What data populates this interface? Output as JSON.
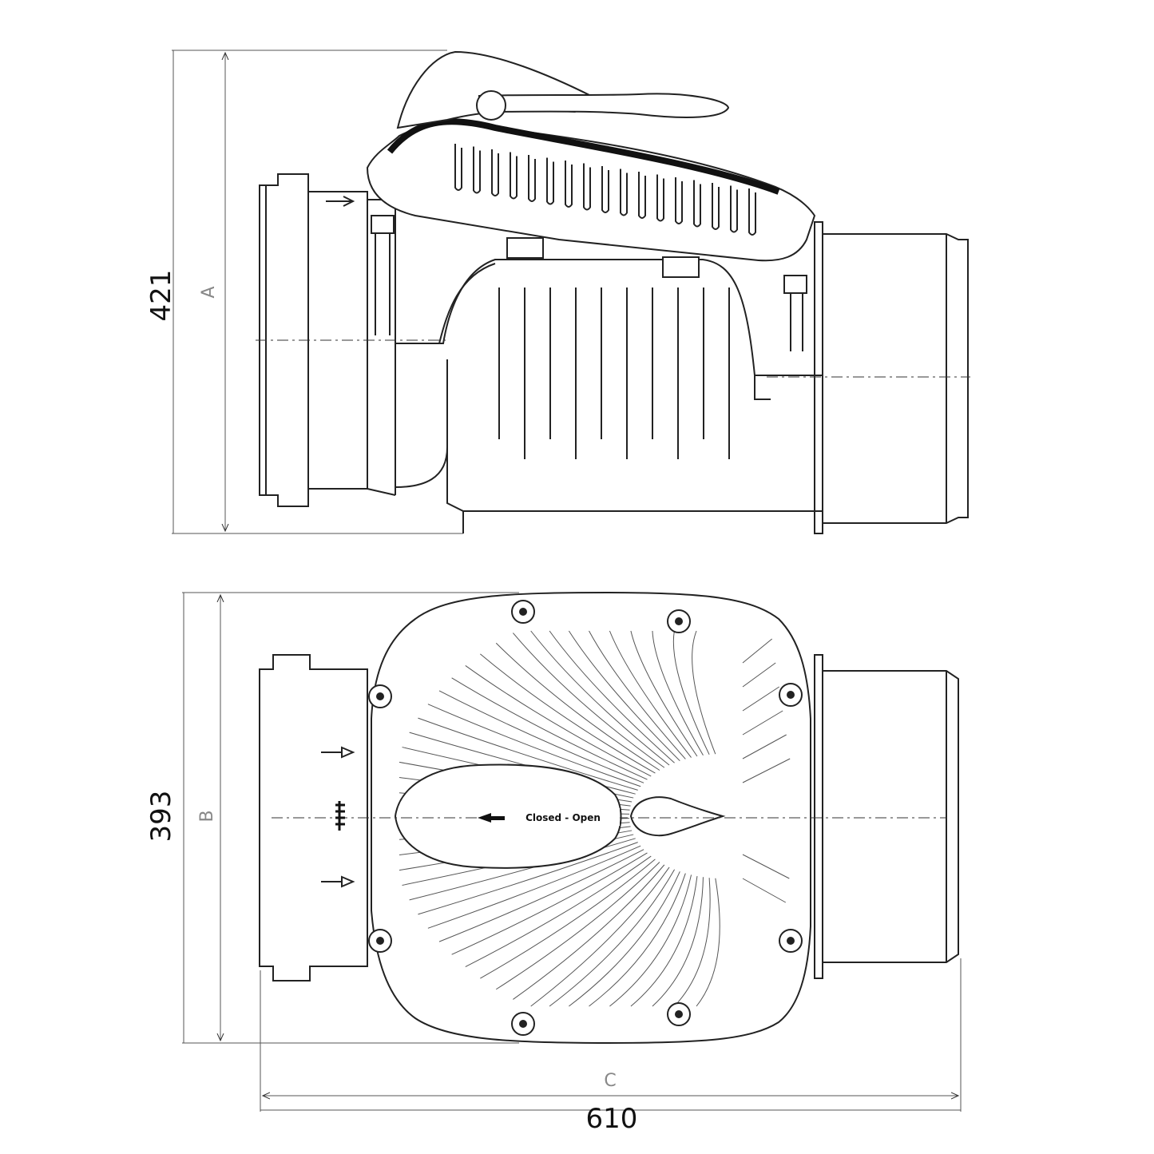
{
  "dimensions": {
    "height_top_view": {
      "value": "421",
      "label": "A"
    },
    "height_bottom_view": {
      "value": "393",
      "label": "B"
    },
    "length": {
      "value": "610",
      "label": "C"
    }
  },
  "valve_label": "Closed - Open"
}
